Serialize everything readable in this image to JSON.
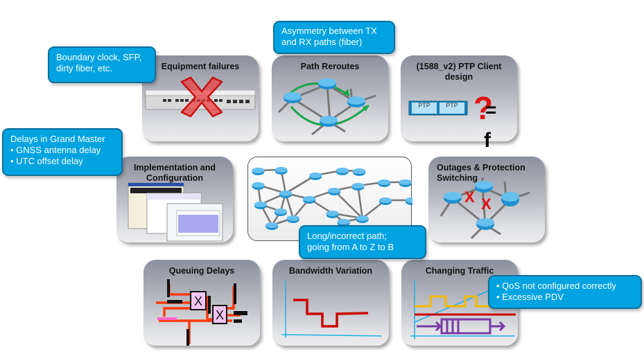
{
  "cards": {
    "equipment_failures": {
      "title": "Equipment failures"
    },
    "path_reroutes": {
      "title": "Path Reroutes"
    },
    "ptp_client": {
      "title_line1": "(1588_v2) PTP Client",
      "title_line2": "design",
      "box_label_1": "PTP",
      "box_label_2": "PTP",
      "question_mark": "?",
      "equals": "=",
      "f_symbol": "f"
    },
    "implementation": {
      "title_line1": "Implementation and",
      "title_line2": "Configuration"
    },
    "outages": {
      "title_line1": "Outages & Protection",
      "title_line2": "Switching",
      "x_mark": "X"
    },
    "queuing": {
      "title": "Queuing Delays",
      "chip_mark": "X"
    },
    "bandwidth": {
      "title": "Bandwidth Variation"
    },
    "changing_traffic": {
      "title": "Changing Traffic"
    }
  },
  "callouts": {
    "boundary": {
      "lines": [
        "Boundary clock, SFP,",
        "dirty fiber, etc."
      ]
    },
    "asymmetry": {
      "lines": [
        "Asymmetry between TX",
        "and RX paths (fiber)"
      ]
    },
    "grand_master": {
      "heading": "Delays in Grand Master",
      "bullets": [
        "GNSS antenna delay",
        "UTC offset delay"
      ]
    },
    "long_path": {
      "lines": [
        "Long/incorrect path;",
        "going from A to Z to B"
      ]
    },
    "qos": {
      "bullets": [
        "QoS not configured correctly",
        "Excessive PDV"
      ]
    }
  },
  "colors": {
    "callout_fill": "#00a3e0",
    "callout_border": "#0e6f9c",
    "router_blue": "#1e90d0",
    "link_gray": "#777777",
    "alert_red": "#e01010",
    "reroute_green": "#1aa64a",
    "traffic_yellow": "#f5b800",
    "queue_purple": "#7a3aa8"
  }
}
